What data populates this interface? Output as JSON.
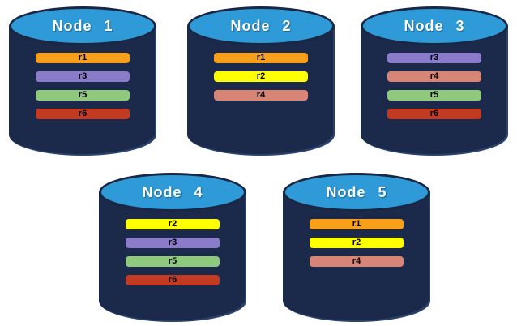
{
  "diagram": {
    "kind": "database-replica-distribution",
    "cylinder": {
      "body_color": "#1B2A4A",
      "top_color": "#2E9AD8",
      "outline_color": "#1A2744",
      "label_color": "#FFFFFF"
    },
    "replica_colors": {
      "r1": "#F9A01B",
      "r2": "#FEFF00",
      "r3": "#8B7CC9",
      "r4": "#D98576",
      "r5": "#8EC97E",
      "r6": "#C23A22"
    },
    "nodes": [
      {
        "label": "Node 1",
        "replicas": [
          "r1",
          "r3",
          "r5",
          "r6"
        ]
      },
      {
        "label": "Node 2",
        "replicas": [
          "r1",
          "r2",
          "r4"
        ]
      },
      {
        "label": "Node 3",
        "replicas": [
          "r3",
          "r4",
          "r5",
          "r6"
        ]
      },
      {
        "label": "Node 4",
        "replicas": [
          "r2",
          "r3",
          "r5",
          "r6"
        ]
      },
      {
        "label": "Node 5",
        "replicas": [
          "r1",
          "r2",
          "r4"
        ]
      }
    ]
  }
}
